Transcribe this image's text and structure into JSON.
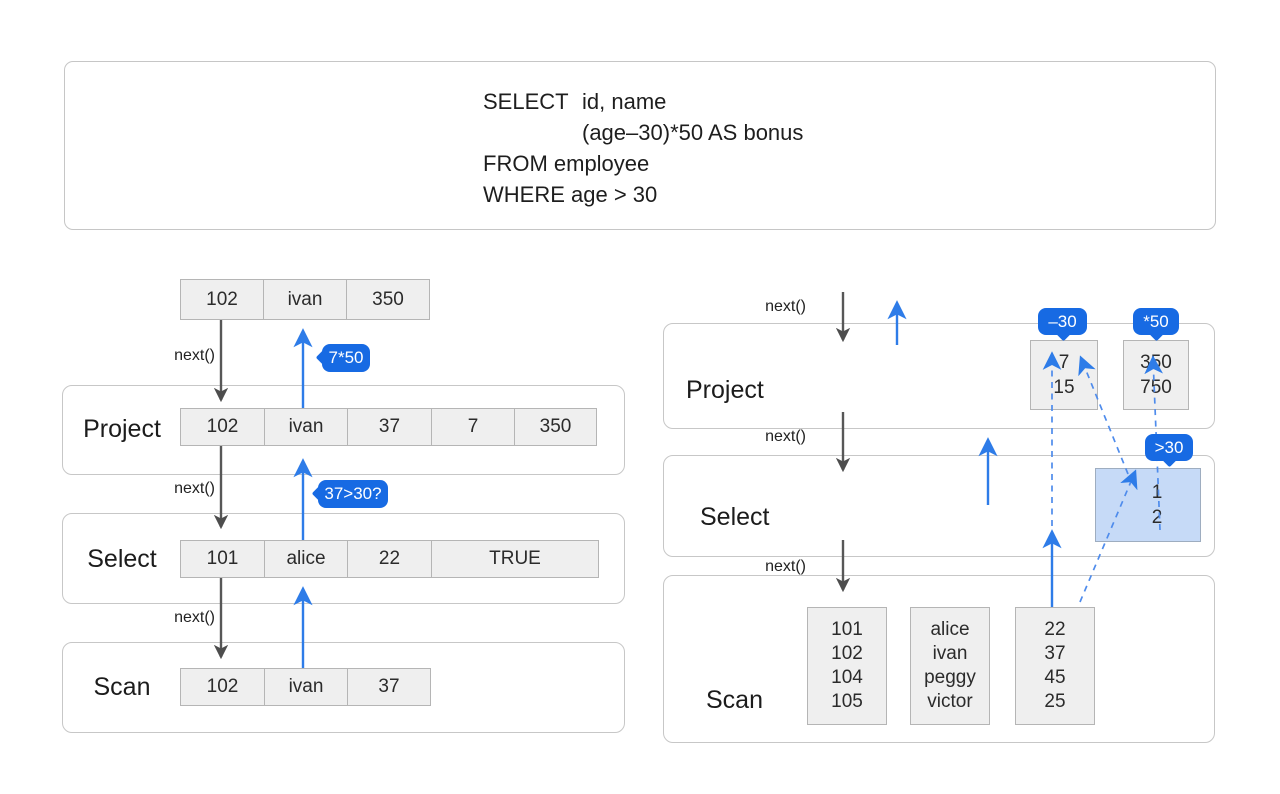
{
  "sql": {
    "keyword": "SELECT",
    "select_args": "id, name",
    "select_expr": "(age–30)*50 AS bonus",
    "from_clause": "FROM employee",
    "where_clause": "WHERE age > 30"
  },
  "labels": {
    "next": "next()"
  },
  "left": {
    "output_tuple": [
      "102",
      "ivan",
      "350"
    ],
    "project": {
      "label": "Project",
      "row": [
        "102",
        "ivan",
        "37",
        "7",
        "350"
      ]
    },
    "select": {
      "label": "Select",
      "row": [
        "101",
        "alice",
        "22",
        "TRUE"
      ]
    },
    "scan": {
      "label": "Scan",
      "row": [
        "102",
        "ivan",
        "37"
      ]
    },
    "bubbles": {
      "project_out": "7*50",
      "select_out": "37>30?"
    }
  },
  "right": {
    "project": {
      "label": "Project",
      "minus_col": [
        "7",
        "15"
      ],
      "times_col": [
        "350",
        "750"
      ]
    },
    "select": {
      "label": "Select",
      "selection_vector": [
        "1",
        "2"
      ]
    },
    "scan": {
      "label": "Scan",
      "id_col": [
        "101",
        "102",
        "104",
        "105"
      ],
      "name_col": [
        "alice",
        "ivan",
        "peggy",
        "victor"
      ],
      "age_col": [
        "22",
        "37",
        "45",
        "25"
      ]
    },
    "bubbles": {
      "minus": "–30",
      "times": "*50",
      "gt": ">30"
    }
  },
  "colors": {
    "bubble_blue": "#176ae3",
    "arrow_blue": "#2e7ce8",
    "dashed_blue": "#4f8cec",
    "selection_vector_fill": "#c6daf7",
    "dark_arrow": "#575757"
  }
}
